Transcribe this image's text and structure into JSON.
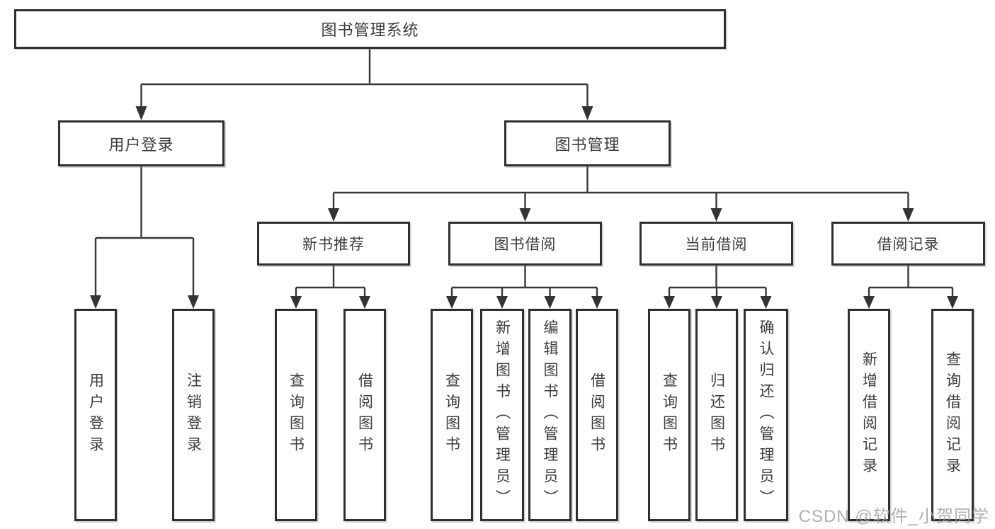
{
  "colors": {
    "line": "#383838",
    "box_border": "#2f2f2f",
    "text": "#3c3c3c",
    "watermark": "#9e9e9e",
    "background": "#ffffff"
  },
  "nodes": {
    "root": "图书管理系统",
    "user_login": "用户登录",
    "book_mgmt": "图书管理",
    "new_book_rec": "新书推荐",
    "book_borrow": "图书借阅",
    "current_borrow": "当前借阅",
    "borrow_records": "借阅记录"
  },
  "leaves": {
    "user_login": [
      "用户登录",
      "注销登录"
    ],
    "new_book_rec": [
      "查询图书",
      "借阅图书"
    ],
    "book_borrow": [
      "查询图书",
      "新增图书（管理员）",
      "编辑图书（管理员）",
      "借阅图书"
    ],
    "current_borrow": [
      "查询图书",
      "归还图书",
      "确认归还（管理员）"
    ],
    "borrow_records": [
      "新增借阅记录",
      "查询借阅记录"
    ]
  },
  "watermark": "CSDN @软件_小贺同学"
}
